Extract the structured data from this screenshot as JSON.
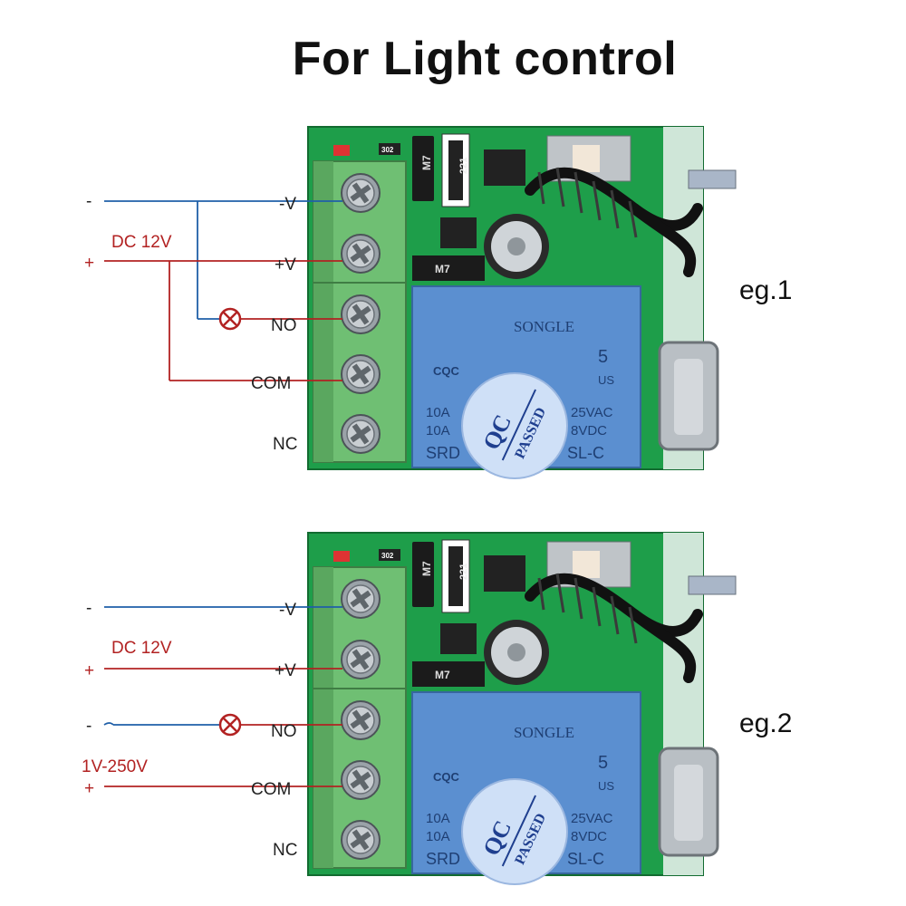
{
  "title": "For Light control",
  "colors": {
    "pcb": "#1e9e4a",
    "terminal": "#6fbf73",
    "relay": "#5b8fd0",
    "neg_wire": "#1f5fa8",
    "pos_wire": "#b22222"
  },
  "examples": [
    {
      "label": "eg.1",
      "terminals": [
        "-V",
        "+V",
        "NO",
        "COM",
        "NC"
      ],
      "supply": {
        "minus": "-",
        "plus": "+",
        "label": "DC 12V"
      },
      "lamp_icon": "lamp-icon"
    },
    {
      "label": "eg.2",
      "terminals": [
        "-V",
        "+V",
        "NO",
        "COM",
        "NC"
      ],
      "supply": {
        "minus": "-",
        "plus": "+",
        "label": "DC 12V"
      },
      "load_supply": {
        "minus": "-",
        "plus": "+",
        "label": "1V-250V"
      },
      "lamp_icon": "lamp-icon"
    }
  ],
  "relay": {
    "brand": "SONGLE",
    "cqc": "CQC",
    "rating1": "10A",
    "rating2": "10A",
    "vac": "25VAC",
    "vdc": "8VDC",
    "model_left": "SRD",
    "model_right": "SL-C",
    "five": "5",
    "us": "US",
    "qc": "QC",
    "passed": "PASSED"
  },
  "pcb_chips": {
    "resistor": "221",
    "diode": "M7",
    "r302": "302"
  }
}
